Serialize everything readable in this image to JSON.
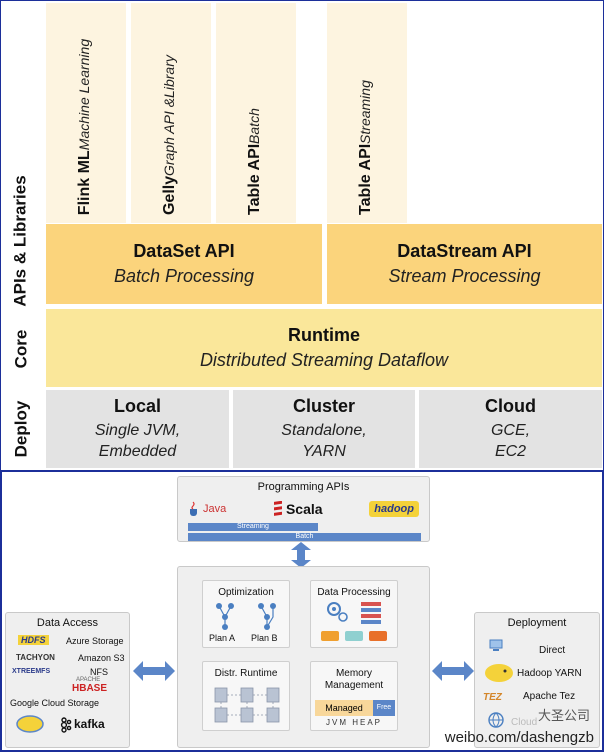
{
  "stack": {
    "layers": {
      "apis_libraries": "APIs & Libraries",
      "core": "Core",
      "deploy": "Deploy"
    },
    "libraries": [
      {
        "name": "Flink ML",
        "sub": "Machine Learning"
      },
      {
        "name": "Gelly",
        "sub": "Graph API &Library"
      },
      {
        "name": "Table API",
        "sub": "Batch"
      },
      {
        "name": "Table API",
        "sub": "Streaming"
      }
    ],
    "apis": [
      {
        "name": "DataSet API",
        "sub": "Batch Processing"
      },
      {
        "name": "DataStream API",
        "sub": "Stream Processing"
      }
    ],
    "runtime": {
      "name": "Runtime",
      "sub": "Distributed Streaming Dataflow"
    },
    "deploy": [
      {
        "name": "Local",
        "sub1": "Single JVM,",
        "sub2": "Embedded"
      },
      {
        "name": "Cluster",
        "sub1": "Standalone,",
        "sub2": "YARN"
      },
      {
        "name": "Cloud",
        "sub1": "GCE,",
        "sub2": "EC2"
      }
    ]
  },
  "architecture": {
    "programming_apis": {
      "title": "Programming APIs",
      "java": "Java",
      "scala": "Scala",
      "hadoop": "hadoop",
      "streaming": "Streaming",
      "batch": "Batch"
    },
    "optimization": {
      "title": "Optimization",
      "plan_a": "Plan A",
      "plan_b": "Plan B"
    },
    "data_processing": {
      "title": "Data Processing"
    },
    "distr_runtime": {
      "title": "Distr. Runtime"
    },
    "memory": {
      "title_line1": "Memory",
      "title_line2": "Management",
      "managed": "Managed",
      "free": "Free",
      "jvm_heap": "JVM HEAP"
    },
    "data_access": {
      "title": "Data Access",
      "items": [
        "HDFS",
        "Azure Storage",
        "TACHYON",
        "Amazon S3",
        "XTREEMFS",
        "NFS",
        "APACHE",
        "HBASE",
        "Google Cloud Storage",
        "kafka"
      ]
    },
    "deployment": {
      "title": "Deployment",
      "items": [
        "Direct",
        "Hadoop YARN",
        "TEZ",
        "Apache Tez",
        "Cloud"
      ]
    }
  },
  "watermark": {
    "cn": "大圣公司",
    "url": "weibo.com/dashengzb"
  },
  "colors": {
    "library_bg": "#fdf4e0",
    "api_bg": "#fbd47c",
    "runtime_bg": "#fae79a",
    "deploy_bg": "#e3e3e3",
    "border_blue": "#1c2f9a",
    "arrow_blue": "#5b86c8"
  }
}
